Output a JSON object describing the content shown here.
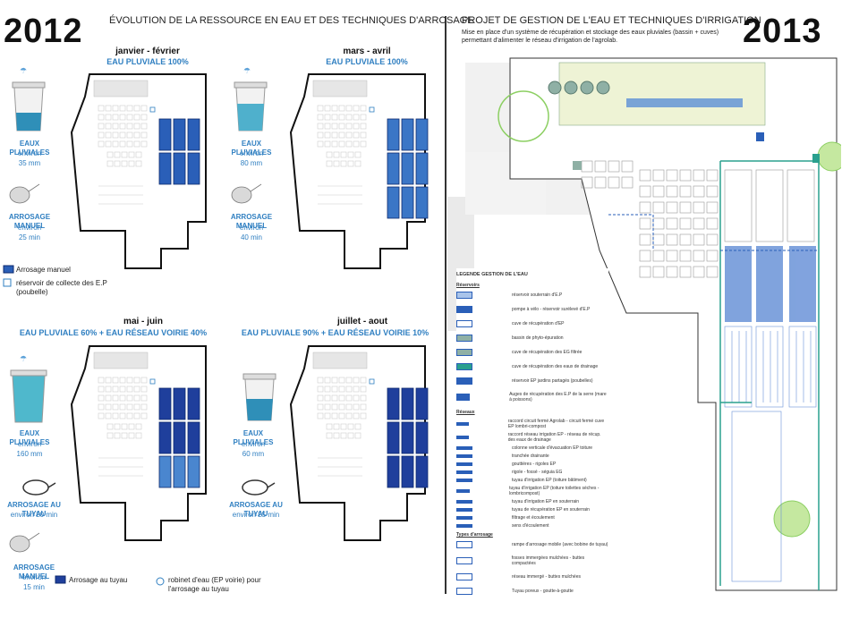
{
  "left": {
    "year": "2012",
    "title": "ÉVOLUTION DE LA RESSOURCE EN EAU ET DES TECHNIQUES D'ARROSAGE",
    "panels": [
      {
        "period": "janvier - février",
        "rain": "EAU PLUVIALE 100%",
        "side": [
          {
            "label": "EAUX PLUVIALES",
            "text": "environ",
            "value": "35 mm"
          },
          {
            "label": "ARROSAGE MANUEL",
            "text": "environ",
            "value": "25 min"
          }
        ]
      },
      {
        "period": "mars - avril",
        "rain": "EAU PLUVIALE 100%",
        "side": [
          {
            "label": "EAUX PLUVIALES",
            "text": "environ",
            "value": "80 mm"
          },
          {
            "label": "ARROSAGE MANUEL",
            "text": "environ",
            "value": "40 min"
          }
        ]
      },
      {
        "period": "mai - juin",
        "rain": "EAU PLUVIALE 60% + EAU RÉSEAU VOIRIE 40%",
        "side": [
          {
            "label": "EAUX PLUVIALES",
            "text": "environ",
            "value": "160 mm"
          },
          {
            "label": "ARROSAGE AU TUYAU",
            "text": "",
            "value": "environ 20 min"
          },
          {
            "label": "ARROSAGE MANUEL",
            "text": "environ",
            "value": "15 min"
          }
        ]
      },
      {
        "period": "juillet - aout",
        "rain": "EAU PLUVIALE 90% + EAU RÉSEAU VOIRIE 10%",
        "side": [
          {
            "label": "EAUX PLUVIALES",
            "text": "environ",
            "value": "60 mm"
          },
          {
            "label": "ARROSAGE AU TUYAU",
            "text": "",
            "value": "environ 25 min"
          }
        ]
      }
    ],
    "legend": {
      "manual": "Arrosage manuel",
      "reservoir": "réservoir de collecte des E.P (poubelle)",
      "hose": "Arrosage au tuyau",
      "tap": "robinet d'eau (EP voirie) pour l'arrosage au tuyau"
    }
  },
  "right": {
    "year": "2013",
    "title": "PROJET DE GESTION DE L'EAU ET TECHNIQUES D'IRRIGATION",
    "subtitle": "Mise en place d'un système de récupération et stockage des eaux pluviales (bassin + cuves) permettant d'alimenter le réseau d'irrigation de l'agrolab.",
    "legend_title": "LEGENDE GESTION DE L'EAU",
    "sections": [
      {
        "heading": "Réservoirs",
        "items": [
          "réservoir souterrain d'E.P",
          "pompe à vélo - réservoir surélevé d'E.P",
          "cuve de récupération d'EP",
          "bassin de phyto-épuration",
          "cuve de récupération des EG filtrée",
          "cuve de récupération des eaux de drainage",
          "réservoir EP jardins partagés (poubelles)",
          "Auges de récupération des E.P de la serre (mare à poissons)"
        ]
      },
      {
        "heading": "Réseaux",
        "items": [
          "raccord circuit fermé Agrolab - circuit fermé cuve EP lombri-compost",
          "raccord réseau irrigation EP - réseau de récup. des eaux de drainage",
          "colonne verticale d'évacuation EP toiture",
          "tranchée drainante",
          "gouttières - rigoles EP",
          "rigole - fossé - séguia EG",
          "tuyau d'irrigation EP (toiture bâtiment)",
          "tuyau d'irrigation EP (toiture toilettes sèches - lombricompost)",
          "tuyau d'irrigation EP en souterrain",
          "tuyau de récupération EP en souterrain",
          "filtrage et écoulement",
          "sens d'écoulement"
        ]
      },
      {
        "heading": "Types d'arrosage",
        "items": [
          "rampe d'arrosage mobile (avec bobine de tuyau)",
          "fosses immergées mulchées - buttes compactées",
          "réseau immergé - buttes mulchées",
          "Tuyau poreux - goutte-à-goutte"
        ]
      }
    ]
  },
  "colors": {
    "accent_blue": "#2f7fc1",
    "bed_dark": "#1f3f9c",
    "bed_mid": "#2a5fb8",
    "bed_light": "#4a86cf",
    "green": "#8ccf62",
    "teal": "#2aa08e"
  }
}
